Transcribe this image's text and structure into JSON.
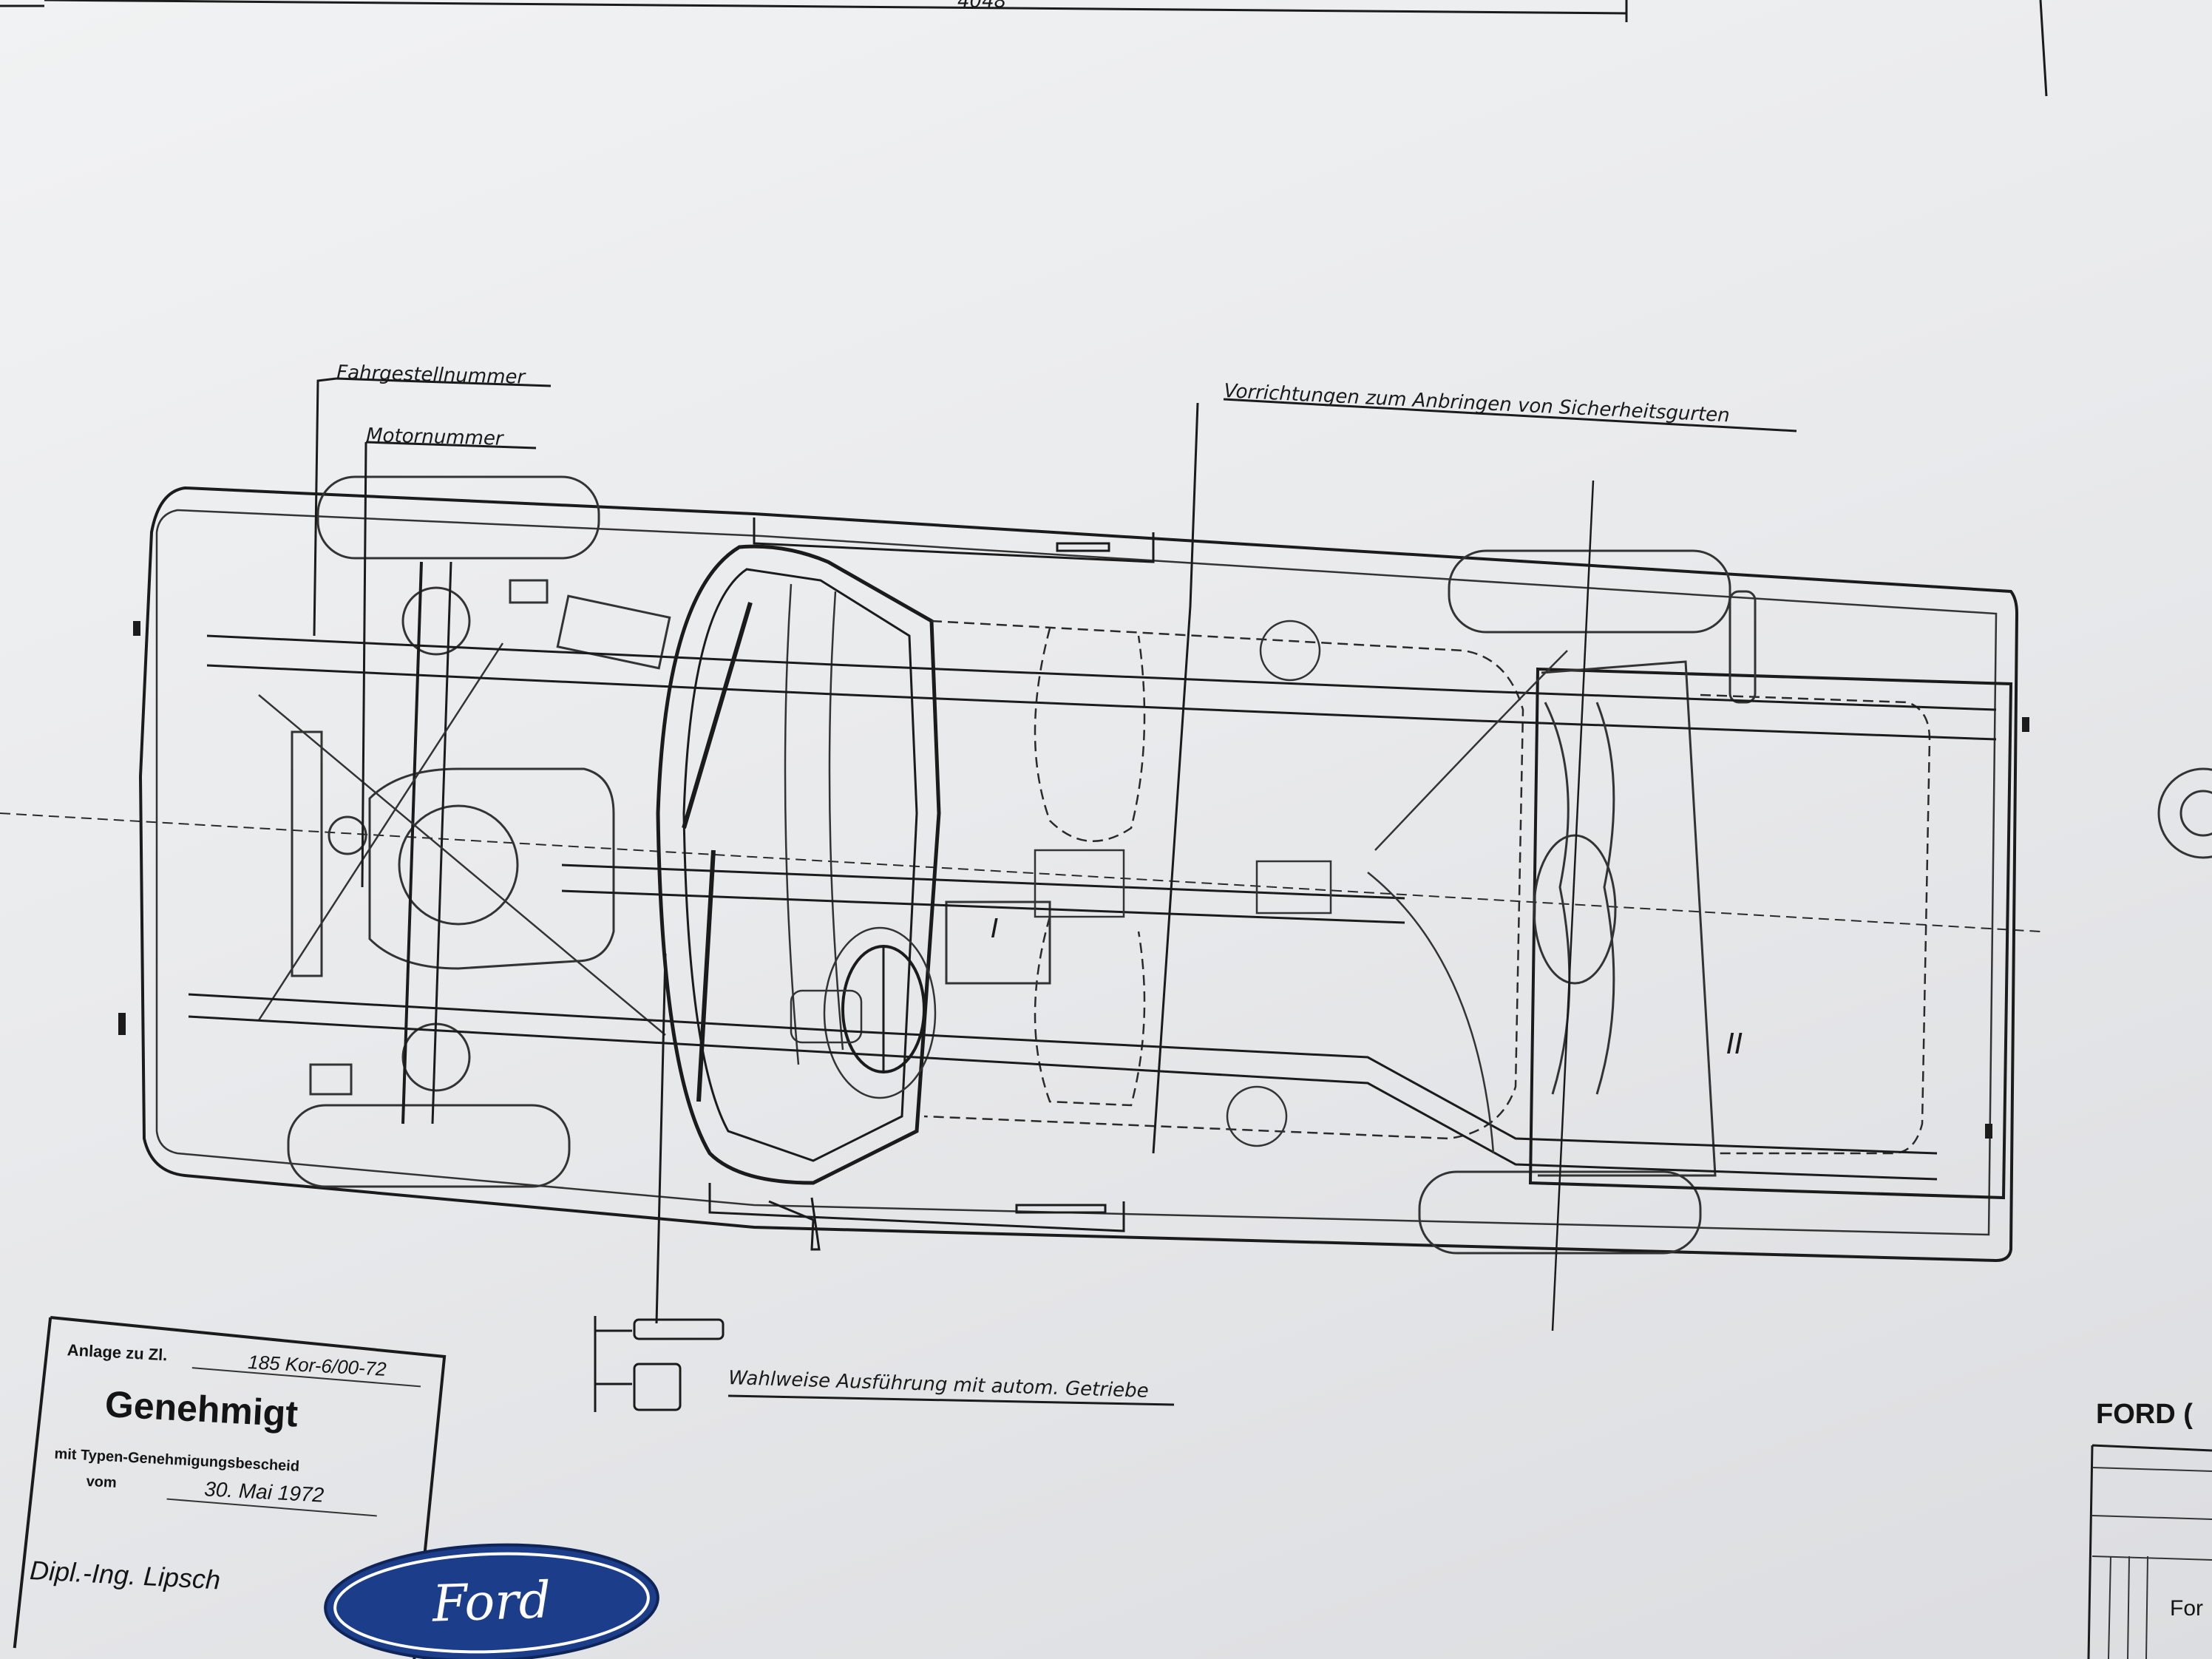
{
  "drawing": {
    "top_dimension": "4048",
    "labels": {
      "chassis_number": "Fahrgestellnummer",
      "engine_number": "Motornummer",
      "seat_belt_anchors": "Vorrichtungen zum Anbringen von Sicherheitsgurten",
      "auto_transmission": "Wahlweise Ausführung mit autom. Getriebe"
    },
    "roman_front": "I",
    "roman_rear": "II"
  },
  "stamp": {
    "attachment_label": "Anlage zu Zl.",
    "attachment_value": "185 Kor-6/00-72",
    "title": "Genehmigt",
    "line2": "mit Typen-Genehmigungsbescheid",
    "date_label": "vom",
    "date_value": "30. Mai 1972",
    "signature": "Dipl.-Ing. Lipsch"
  },
  "logo": {
    "text": "Ford",
    "color": "#1c3e8a"
  },
  "title_block": {
    "company": "FORD (",
    "row_text": "For"
  }
}
